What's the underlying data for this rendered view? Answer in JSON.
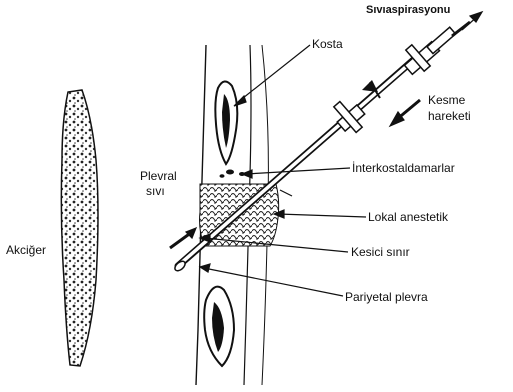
{
  "labels": {
    "sivi_aspirasyonu": "Sıvıaspirasyonu",
    "kosta": "Kosta",
    "kesme_line1": "Kesme",
    "kesme_line2": "hareketi",
    "plevral_line1": "Plevral",
    "plevral_line2": "sıvı",
    "interkostal": "İnterkostaldamarlar",
    "lokal": "Lokal anestetik",
    "akciger": "Akciğer",
    "kesici": "Kesici sınır",
    "pariyetal": "Pariyetal plevra"
  },
  "colors": {
    "ink": "#111111",
    "background": "#ffffff"
  }
}
